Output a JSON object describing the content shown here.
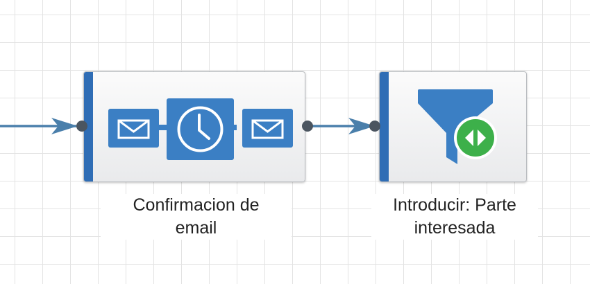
{
  "canvas": {
    "grid": true
  },
  "colors": {
    "accent": "#3b7fc4",
    "stripe": "#2f6db5",
    "connector": "#4a7fab",
    "port": "#4b5560",
    "badge": "#3db04a"
  },
  "nodes": [
    {
      "label_line1": "Confirmacion de",
      "label_line2": "email",
      "icons": [
        "envelope-icon",
        "clock-icon",
        "envelope-icon"
      ]
    },
    {
      "label_line1": "Introducir: Parte",
      "label_line2": "interesada",
      "icons": [
        "funnel-icon",
        "decision-badge-icon"
      ]
    }
  ]
}
